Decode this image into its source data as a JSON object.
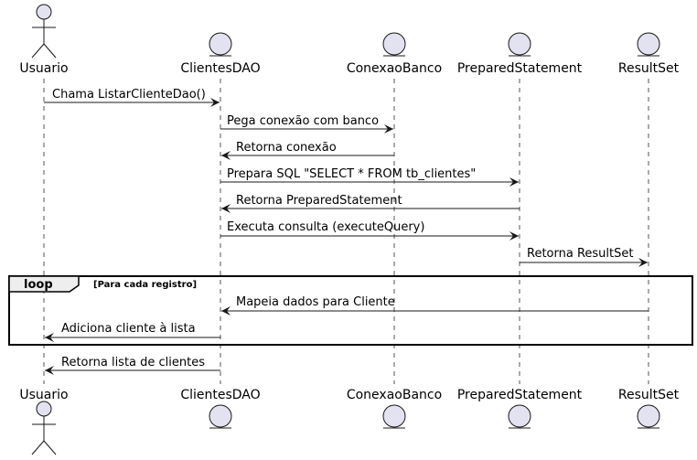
{
  "participants": [
    {
      "id": "usuario",
      "name": "Usuario",
      "kind": "actor"
    },
    {
      "id": "clientesdao",
      "name": "ClientesDAO",
      "kind": "entity"
    },
    {
      "id": "conexaobanco",
      "name": "ConexaoBanco",
      "kind": "entity"
    },
    {
      "id": "preparedstatement",
      "name": "PreparedStatement",
      "kind": "entity"
    },
    {
      "id": "resultset",
      "name": "ResultSet",
      "kind": "entity"
    }
  ],
  "messages": [
    {
      "from": "usuario",
      "to": "clientesdao",
      "label": "Chama ListarClienteDao()"
    },
    {
      "from": "clientesdao",
      "to": "conexaobanco",
      "label": "Pega conexão com banco"
    },
    {
      "from": "conexaobanco",
      "to": "clientesdao",
      "label": "Retorna conexão"
    },
    {
      "from": "clientesdao",
      "to": "preparedstatement",
      "label": "Prepara SQL \"SELECT * FROM tb_clientes\""
    },
    {
      "from": "preparedstatement",
      "to": "clientesdao",
      "label": "Retorna PreparedStatement"
    },
    {
      "from": "clientesdao",
      "to": "preparedstatement",
      "label": "Executa consulta (executeQuery)"
    },
    {
      "from": "preparedstatement",
      "to": "resultset",
      "label": "Retorna ResultSet"
    },
    {
      "from": "resultset",
      "to": "clientesdao",
      "label": "Mapeia dados para Cliente"
    },
    {
      "from": "clientesdao",
      "to": "usuario",
      "label": "Adiciona cliente à lista"
    },
    {
      "from": "clientesdao",
      "to": "usuario",
      "label": "Retorna lista de clientes"
    }
  ],
  "loop": {
    "keyword": "loop",
    "condition": "[Para cada registro]"
  },
  "colors": {
    "participant_fill": "#E2E2F0",
    "stroke": "#181818"
  }
}
